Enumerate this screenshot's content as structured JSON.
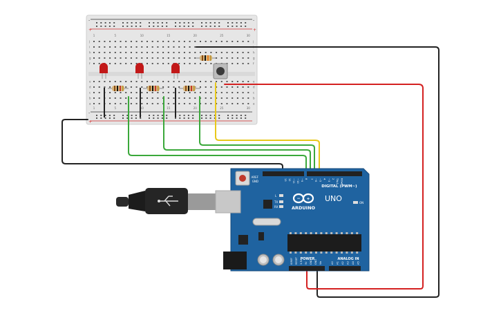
{
  "colors": {
    "board_blue": "#1f63a0",
    "board_edge": "#16497a",
    "breadboard": "#e8e8e8",
    "rail_red": "#d22d2d",
    "rail_black": "#222222",
    "wire_black": "#222222",
    "wire_red": "#d42020",
    "wire_green": "#3aa83a",
    "wire_yellow": "#e8c81a",
    "led_red": "#c21818",
    "resistor_body": "#d7b57a"
  },
  "breadboard": {
    "rail_plus": "+",
    "rail_minus": "-",
    "row_letters_top": [
      "j",
      "i",
      "h",
      "g",
      "f"
    ],
    "row_letters_bottom": [
      "e",
      "d",
      "c",
      "b",
      "a"
    ],
    "column_numbers": [
      "1",
      "5",
      "10",
      "15",
      "20",
      "25",
      "30"
    ]
  },
  "arduino": {
    "brand": "ARDUINO",
    "model": "UNO",
    "digital_label": "DIGITAL (PWM~)",
    "power_label": "POWER",
    "analog_label": "ANALOG IN",
    "on_label": "ON",
    "tx_label": "TX",
    "rx_label": "RX",
    "l_label": "L",
    "aref_label": "AREF",
    "gnd_label": "GND",
    "digital_pins": [
      "13",
      "12",
      "~11",
      "~10",
      "~9",
      "8",
      "7",
      "~6",
      "~5",
      "4",
      "~3",
      "2",
      "TX▸1",
      "RX◂0"
    ],
    "power_pins": [
      "IOREF",
      "RESET",
      "3.3V",
      "5V",
      "GND",
      "GND",
      "Vin"
    ],
    "analog_pins": [
      "A0",
      "A1",
      "A2",
      "A3",
      "A4",
      "A5"
    ]
  },
  "icons": [
    "usb-cable-icon",
    "led-icon",
    "resistor-icon",
    "pushbutton-icon",
    "infinity-logo-icon"
  ]
}
